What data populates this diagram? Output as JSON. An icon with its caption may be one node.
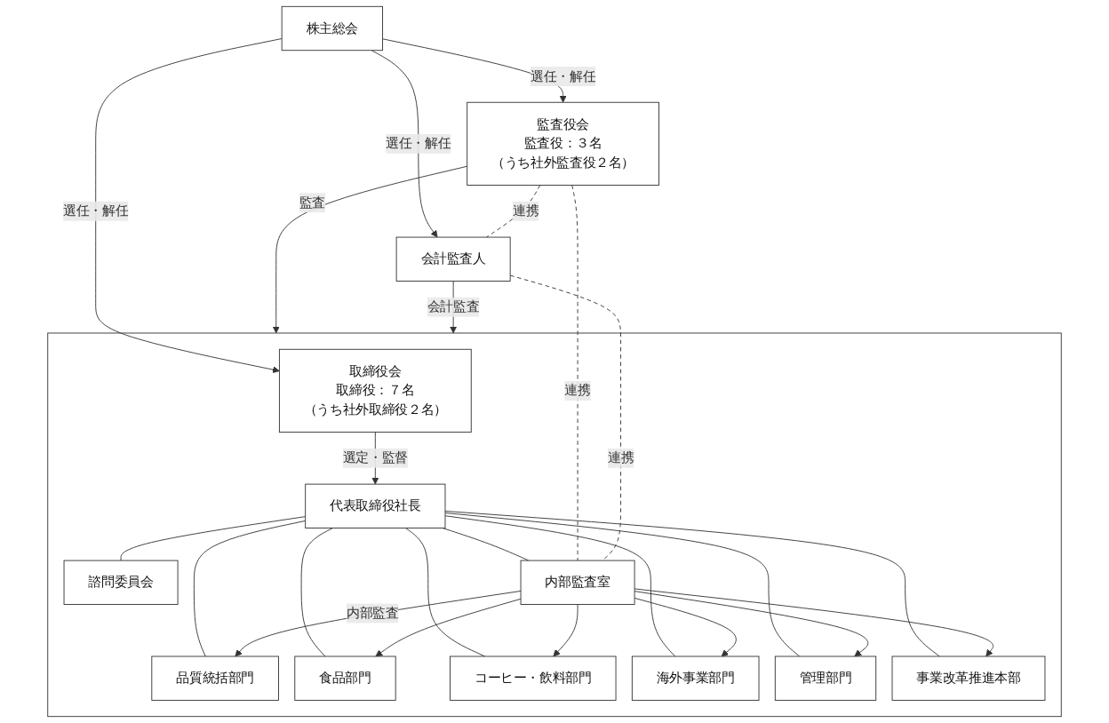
{
  "diagram": {
    "nodes": [
      {
        "text": [
          "株主総会"
        ]
      },
      {
        "text": [
          "監査役会",
          "監査役：３名",
          "（うち社外監査役２名）"
        ]
      },
      {
        "text": [],
        "shape": "box"
      },
      {
        "text": [
          "取締役会",
          "取締役：７名",
          "（うち社外取締役２名）"
        ],
        "in": 2
      },
      {
        "text": [
          "会計監査人"
        ]
      },
      {
        "text": [
          "代表取締役社長"
        ],
        "in": 2
      },
      {
        "text": [
          "諮問委員会"
        ],
        "in": 2
      },
      {
        "text": [
          "内部監査室"
        ],
        "in": 2
      },
      {
        "text": [
          "品質統括部門"
        ],
        "in": 2
      },
      {
        "text": [
          "食品部門"
        ],
        "in": 2
      },
      {
        "text": [
          "コーヒー・飲料部門"
        ],
        "in": 2
      },
      {
        "text": [
          "海外事業部門"
        ],
        "in": 2
      },
      {
        "text": [
          "管理部門"
        ],
        "in": 2
      },
      {
        "text": [
          "事業改革推進本部"
        ],
        "in": 2
      }
    ],
    "edges": [
      {
        "from": 0,
        "to": 1,
        "arrow": "to",
        "label": "選任・解任"
      },
      {
        "from": 0,
        "to": 3,
        "arrow": "to",
        "label": "選任・解任"
      },
      {
        "from": 0,
        "to": 4,
        "arrow": "to",
        "label": "選任・解任"
      },
      {
        "from": 1,
        "to": 4,
        "arrow": "none",
        "label": "連携",
        "style": "dashed"
      },
      {
        "from": 1,
        "to": 2,
        "arrow": "to",
        "label": "監査"
      },
      {
        "from": 4,
        "to": 2,
        "arrow": "to",
        "label": "会計監査"
      },
      {
        "from": 3,
        "to": 5,
        "arrow": "to",
        "label": "選定・監督"
      },
      {
        "from": 5,
        "to": 6,
        "arrow": "none"
      },
      {
        "from": 5,
        "to": 7,
        "arrow": "none"
      },
      {
        "from": 1,
        "to": 7,
        "arrow": "none",
        "label": "連携",
        "style": "dashed"
      },
      {
        "from": 4,
        "to": 7,
        "arrow": "none",
        "label": "連携",
        "style": "dashed"
      },
      {
        "from": 5,
        "to": 8,
        "arrow": "none"
      },
      {
        "from": 5,
        "to": 9,
        "arrow": "none"
      },
      {
        "from": 5,
        "to": 10,
        "arrow": "none"
      },
      {
        "from": 5,
        "to": 11,
        "arrow": "none"
      },
      {
        "from": 5,
        "to": 12,
        "arrow": "none"
      },
      {
        "from": 5,
        "to": 13,
        "arrow": "none"
      },
      {
        "from": 7,
        "to": 8,
        "arrow": "to",
        "label": "内部監査"
      },
      {
        "from": 7,
        "to": 9,
        "arrow": "to"
      },
      {
        "from": 7,
        "to": 10,
        "arrow": "to"
      },
      {
        "from": 7,
        "to": 11,
        "arrow": "to"
      },
      {
        "from": 7,
        "to": 12,
        "arrow": "to"
      },
      {
        "from": 7,
        "to": 13,
        "arrow": "to"
      }
    ]
  }
}
